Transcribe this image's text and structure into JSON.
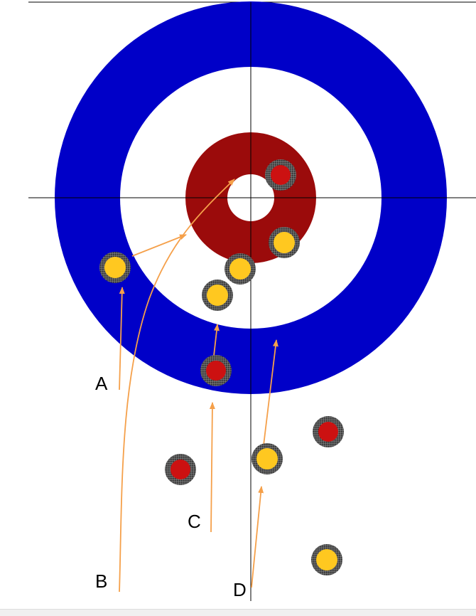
{
  "colors": {
    "outer_ring": "#0000c8",
    "house_center_ring": "#9b0b0b",
    "red_stone": "#cc1111",
    "yellow_stone": "#ffc820",
    "stone_rim": "#4a4a4a",
    "arrow": "#f5a04a",
    "line": "#000000"
  },
  "labels": {
    "a": "A",
    "b": "B",
    "c": "C",
    "d": "D"
  },
  "stones": [
    {
      "id": "red-stone-1",
      "team": "red"
    },
    {
      "id": "red-stone-2",
      "team": "red"
    },
    {
      "id": "red-stone-3",
      "team": "red"
    },
    {
      "id": "red-stone-4",
      "team": "red"
    },
    {
      "id": "yellow-stone-1",
      "team": "yellow"
    },
    {
      "id": "yellow-stone-2",
      "team": "yellow"
    },
    {
      "id": "yellow-stone-3",
      "team": "yellow"
    },
    {
      "id": "yellow-stone-4",
      "team": "yellow"
    },
    {
      "id": "yellow-stone-5",
      "team": "yellow"
    },
    {
      "id": "yellow-stone-6",
      "team": "yellow"
    }
  ]
}
